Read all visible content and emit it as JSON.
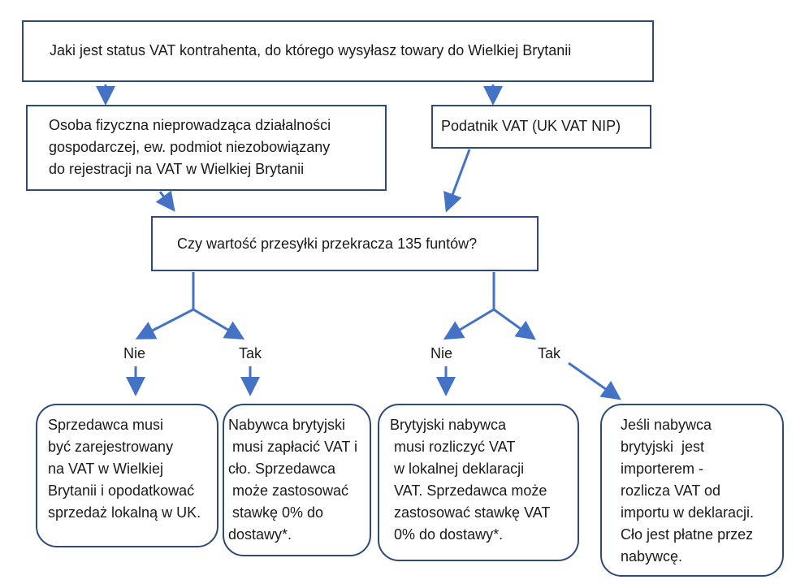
{
  "question": "Jaki jest status VAT kontrahenta, do którego wysyłasz towary do Wielkiej Brytanii",
  "left_branch": {
    "lines": [
      "Osoba fizyczna nieprowadząca działalności",
      "gospodarczej, ew. podmiot niezobowiązany",
      "do rejestracji na VAT w Wielkiej Brytanii"
    ]
  },
  "right_branch": {
    "text": "Podatnik VAT (UK VAT NIP)"
  },
  "value_question": "Czy wartość przesyłki przekracza 135 funtów?",
  "labels": {
    "no": "Nie",
    "yes": "Tak"
  },
  "outcomes": [
    {
      "lines": [
        "Sprzedawca musi",
        "być zarejestrowany",
        "na VAT w Wielkiej",
        "Brytanii i opodatkować",
        "sprzedaż lokalną w UK."
      ]
    },
    {
      "lines": [
        "Nabywca brytyjski",
        " musi zapłacić VAT i",
        "cło. Sprzedawca",
        " może zastosować",
        " stawkę 0% do",
        "dostawy*."
      ]
    },
    {
      "lines": [
        "Brytyjski nabywca",
        " musi rozliczyć VAT",
        " w lokalnej deklaracji",
        " VAT. Sprzedawca może",
        " zastosować stawkę VAT",
        " 0% do dostawy*."
      ]
    },
    {
      "lines": [
        "Jeśli nabywca",
        "brytyjski  jest",
        "importerem -",
        "rozlicza VAT od",
        "importu w deklaracji.",
        "Cło jest płatne przez",
        "nabywcę."
      ]
    }
  ],
  "colors": {
    "arrow": "#4472c4",
    "border": "#2f4a7a"
  }
}
